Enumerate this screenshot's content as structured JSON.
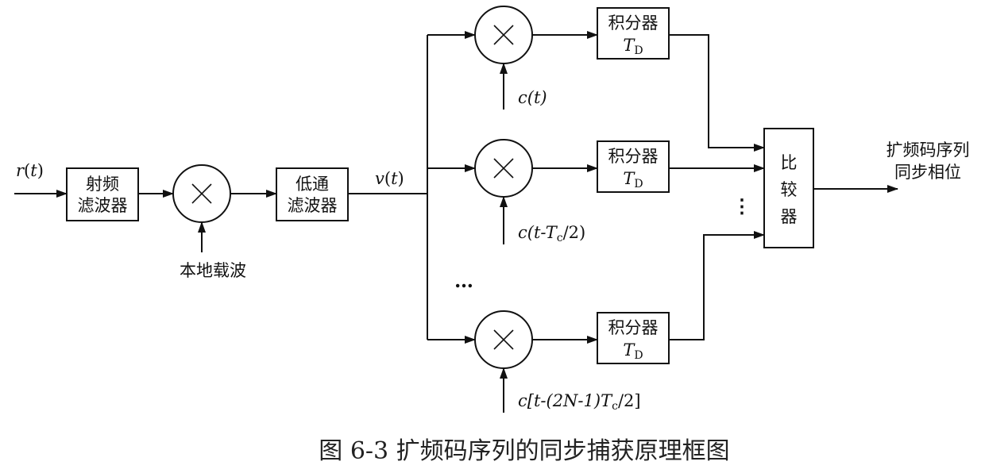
{
  "diagram": {
    "caption": "图 6-3  扩频码序列的同步捕获原理框图",
    "input_signal": {
      "name": "r",
      "arg": "t"
    },
    "rf_filter": {
      "line1": "射频",
      "line2": "滤波器"
    },
    "local_carrier": "本地载波",
    "lowpass_filter": {
      "line1": "低通",
      "line2": "滤波器"
    },
    "baseband_signal": {
      "name": "v",
      "arg": "t"
    },
    "branches": [
      {
        "integrator": "积分器",
        "t_symbol": "T",
        "t_sub": "D",
        "code_ref": {
          "pre": "c(",
          "var": "t",
          "post": ")"
        }
      },
      {
        "integrator": "积分器",
        "t_symbol": "T",
        "t_sub": "D",
        "code_ref": {
          "pre": "c(",
          "var": "t-T",
          "sub": "c",
          "post": "/2)"
        }
      },
      {
        "integrator": "积分器",
        "t_symbol": "T",
        "t_sub": "D",
        "code_ref": {
          "pre": "c[",
          "var": "t-(2N-1)T",
          "sub": "c",
          "post": "/2]"
        }
      }
    ],
    "comparator": {
      "c1": "比",
      "c2": "较",
      "c3": "器"
    },
    "output": {
      "line1": "扩频码序列",
      "line2": "同步相位"
    },
    "ellipsis_vertical": "⋮",
    "ellipsis_horizontal": "…"
  }
}
